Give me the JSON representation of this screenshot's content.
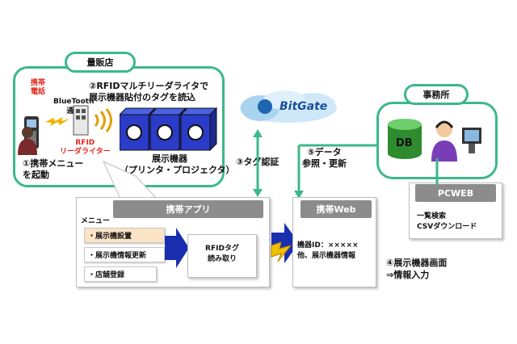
{
  "store": {
    "title": "量販店",
    "phone_label": "携帯\n電話",
    "bluetooth_label": "BlueTooth\n通信",
    "rfid_label": "RFID\nリーダライター",
    "step1": "①携帯メニュー\nを起動",
    "step2": "②RFIDマルチリーダライタで\n展示機器貼付のタグを読込",
    "devices_label": "展示機器\n（プリンタ・プロジェクタ）"
  },
  "bitgate": {
    "label": "BitGate"
  },
  "office": {
    "title": "事務所",
    "db_label": "DB",
    "pcweb_label": "PCWEB",
    "pcweb_text": "一覧検索\nCSVダウンロード"
  },
  "flow": {
    "step3": "③タグ認証",
    "step5": "⑤データ\n参照・更新",
    "step4": "④展示機器画面\n⇒情報入力"
  },
  "app": {
    "title": "携帯アプリ",
    "menu_heading": "メニュー",
    "menu_items": [
      "・展示機設置",
      "・展示機情報更新",
      "・店舗登録"
    ],
    "rfid_read": "RFIDタグ\n読み取り"
  },
  "web": {
    "title": "携帯Web",
    "content": "機器ID：×××××\n他、展示機器情報"
  },
  "colors": {
    "green": "#3cb88a",
    "gray": "#8c8c8c",
    "blue_device": "#1a2fb0",
    "red_text": "#e0281e",
    "db_green": "#2e8b2e"
  }
}
